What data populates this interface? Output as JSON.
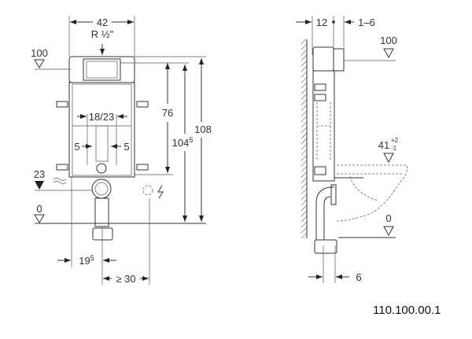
{
  "front_view": {
    "width_label": "42",
    "connection_label": "R ½\"",
    "level_top": "100",
    "level_23": "23",
    "level_zero": "0",
    "dim_76": "76",
    "dim_104": "104",
    "dim_104_sup": "5",
    "dim_108": "108",
    "dim_18_23": "18/23",
    "dim_5_left": "5",
    "dim_5_right": "5",
    "dim_19": "19",
    "dim_19_sup": "5",
    "dim_30": "≥ 30"
  },
  "side_view": {
    "dim_12": "12",
    "dim_1_6": "1–6",
    "level_top": "100",
    "level_41": "41",
    "level_41_tol_plus": "+2",
    "level_41_tol_minus": "-1",
    "level_zero": "0",
    "dim_6": "6"
  },
  "part_number": "110.100.00.1"
}
